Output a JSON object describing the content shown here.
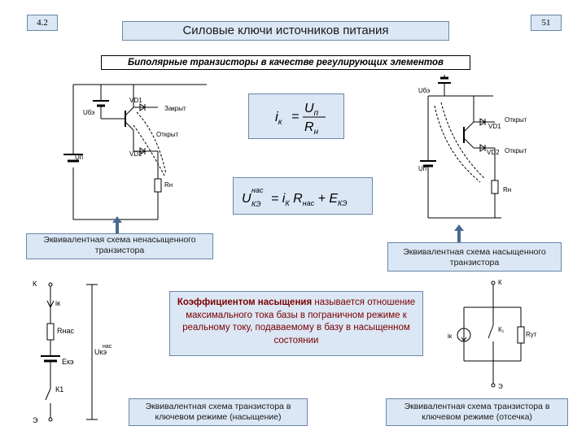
{
  "slide": {
    "left_number": "4.2",
    "right_number": "51",
    "title": "Силовые ключи источников питания",
    "subtitle": "Биполярные транзисторы в качестве регулирующих элементов"
  },
  "formulas": {
    "ik": {
      "lhs": "i",
      "lhs_sub": "к",
      "eq": "=",
      "num": "U",
      "num_sub": "п",
      "den": "R",
      "den_sub": "н"
    },
    "uke": {
      "lhs": "U",
      "lhs_sub": "КЭ",
      "lhs_sup": "нас",
      "eq": "= i",
      "i_sub": "К",
      "r": " R",
      "r_sub": "нас",
      "plus": " + E",
      "e_sub": "КЭ"
    }
  },
  "diagram_left": {
    "u_be": "Uбэ",
    "vd1": "VD1",
    "closed": "Закрыт",
    "open": "Открыт",
    "vd2": "VD2",
    "u_p": "Uп",
    "r_n": "Rн"
  },
  "diagram_right": {
    "u_be": "Uбэ",
    "open1": "Открыт",
    "vd1": "VD1",
    "vd2": "VD2",
    "open2": "Открыт",
    "u_p": "Uп",
    "r_n": "Rн"
  },
  "captions": {
    "unsaturated": "Эквивалентная схема ненасыщенного транзистора",
    "saturated": "Эквивалентная схема насыщенного транзистора",
    "key_saturation": "Эквивалентная схема транзистора в ключевом режиме (насыщение)",
    "key_cutoff": "Эквивалентная схема транзистора в ключевом режиме (отсечка)"
  },
  "definition": {
    "term": "Коэффициентом насыщения",
    "text": " называется отношение максимального тока базы в пограничном режиме к реальному току, подаваемому в базу в насыщенном состоянии"
  },
  "diagram_bottom_left": {
    "k": "К",
    "ik": "iк",
    "r_nas": "Rнас",
    "e_ke": "Eкэ",
    "k1": "К1",
    "e": "Э",
    "u_ke": "Uкэ",
    "u_ke_sup": "нас"
  },
  "diagram_bottom_right": {
    "k": "К",
    "ik": "iк",
    "k1": "К₁",
    "r_ut": "Rут",
    "e": "Э"
  },
  "colors": {
    "box_fill": "#dbe7f5",
    "box_border": "#6b86a8",
    "arrow_blue": "#4a6a94",
    "definition_text": "#7a0000"
  }
}
